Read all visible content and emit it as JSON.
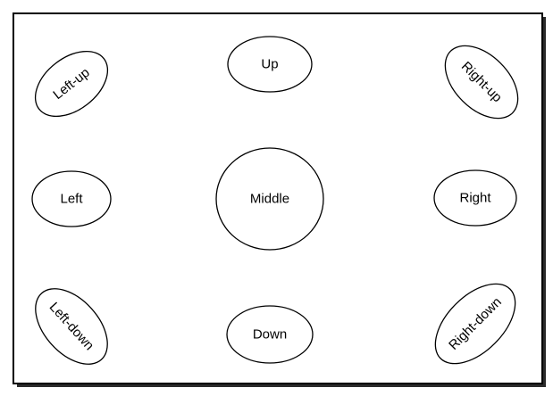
{
  "diagram": {
    "nodes": {
      "left_up": "Left-up",
      "up": "Up",
      "right_up": "Right-up",
      "left": "Left",
      "middle": "Middle",
      "right": "Right",
      "left_down": "Left-down",
      "down": "Down",
      "right_down": "Right-down"
    }
  }
}
